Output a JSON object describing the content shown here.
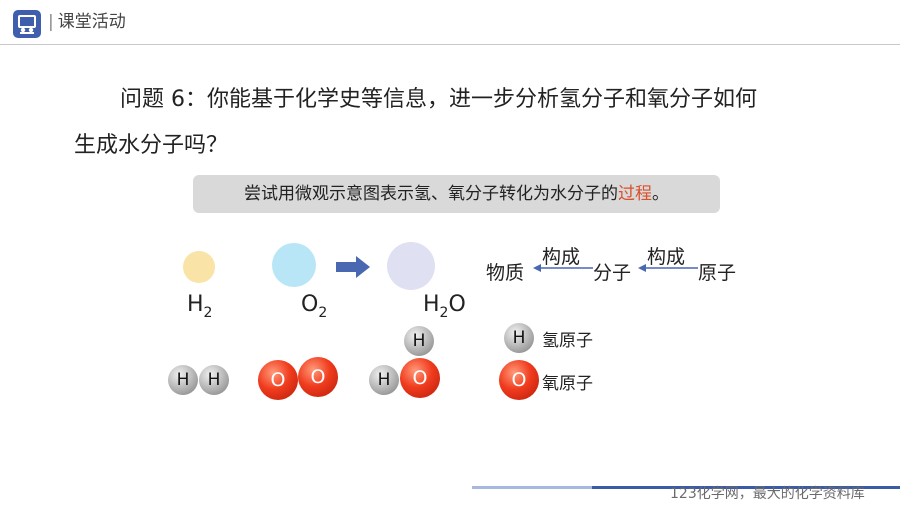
{
  "header": {
    "title": "课堂活动",
    "divider": "|"
  },
  "question": {
    "line1": "问题 6：你能基于化学史等信息，进一步分析氢分子和氧分子如何",
    "line2": "生成水分子吗？"
  },
  "tip": {
    "text_before": "尝试用微观示意图表示氢、氧分子转化为水分子的",
    "highlight": "过程",
    "text_after": "。"
  },
  "molecules": {
    "h2": {
      "symbol": "H",
      "sub": "2",
      "color": "#f9e3a6"
    },
    "o2": {
      "symbol": "O",
      "sub": "2",
      "color": "#b9e6f7"
    },
    "h2o": {
      "prefix": "H",
      "sub": "2",
      "suffix": "O",
      "color": "#dfe0f1"
    },
    "arrow_color": "#4a67b1"
  },
  "relation": {
    "matter": "物质",
    "compose1": "构成",
    "molecule": "分子",
    "compose2": "构成",
    "atom": "原子"
  },
  "atoms": {
    "h": "H",
    "o": "O"
  },
  "legend": {
    "h_label": "氢原子",
    "o_label": "氧原子"
  },
  "footer": {
    "text": "123化学网，最大的化学资料库"
  }
}
